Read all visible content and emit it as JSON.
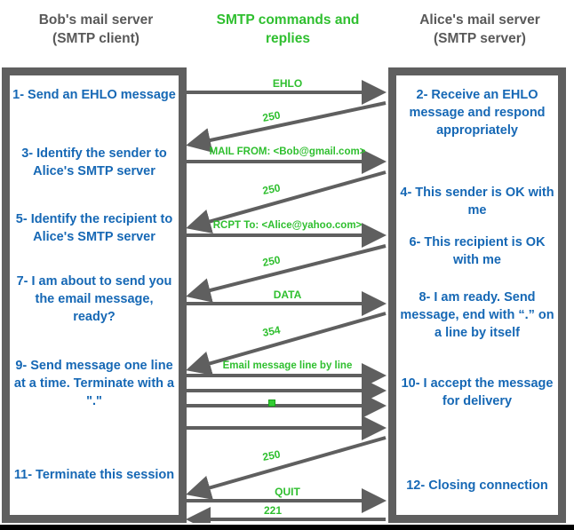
{
  "headings": {
    "left": "Bob's mail server\n(SMTP client)",
    "middle": "SMTP commands and replies",
    "right": "Alice's mail server\n(SMTP server)"
  },
  "colors": {
    "client_text": "#1668b5",
    "command_text": "#2fbf2f",
    "heading_gray": "#595959",
    "arrow_gray": "#5f5f5f",
    "panel_border": "#5f5f5f"
  },
  "left_panel": {
    "steps": [
      {
        "id": "1",
        "text": "1- Send an EHLO message"
      },
      {
        "id": "3",
        "text": "3- Identify the sender to Alice's SMTP server"
      },
      {
        "id": "5",
        "text": "5- Identify the recipient to Alice's SMTP server"
      },
      {
        "id": "7",
        "text": "7- I am about to send you the email message, ready?"
      },
      {
        "id": "9",
        "text": "9- Send message one line at a time. Terminate with a \".\""
      },
      {
        "id": "11",
        "text": "11- Terminate this session"
      }
    ]
  },
  "right_panel": {
    "steps": [
      {
        "id": "2",
        "text": "2- Receive an EHLO message and respond appropriately"
      },
      {
        "id": "4",
        "text": "4- This sender is OK with me"
      },
      {
        "id": "6",
        "text": "6- This recipient is OK with me"
      },
      {
        "id": "8",
        "text": "8-  I am ready. Send message, end with “.” on a line by itself"
      },
      {
        "id": "10",
        "text": "10-  I accept the message for delivery"
      },
      {
        "id": "12",
        "text": "12-  Closing connection"
      }
    ]
  },
  "messages": {
    "commands": [
      {
        "label": "EHLO",
        "direction": "client-to-server"
      },
      {
        "label": "MAIL FROM: <Bob@gmail.com>",
        "direction": "client-to-server"
      },
      {
        "label": "RCPT To: <Alice@yahoo.com>",
        "direction": "client-to-server"
      },
      {
        "label": "DATA",
        "direction": "client-to-server"
      },
      {
        "label": "Email message line by line",
        "direction": "client-to-server"
      },
      {
        "label": "QUIT",
        "direction": "client-to-server"
      }
    ],
    "replies": [
      {
        "code": "250",
        "direction": "server-to-client"
      },
      {
        "code": "250",
        "direction": "server-to-client"
      },
      {
        "code": "250",
        "direction": "server-to-client"
      },
      {
        "code": "354",
        "direction": "server-to-client"
      },
      {
        "code": "250",
        "direction": "server-to-client"
      },
      {
        "code": "221",
        "direction": "server-to-client"
      }
    ],
    "terminator_marker": "."
  }
}
